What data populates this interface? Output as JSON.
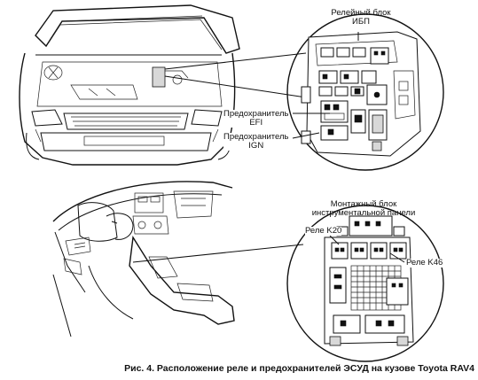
{
  "labels": {
    "relay_block_ibp": "Релейный блок\nИБП",
    "fuse_efi": "Предохранитель\nEFI",
    "fuse_ign": "Предохранитель\nIGN",
    "instrument_panel_block": "Монтажный блок\nинструментальной панели",
    "relay_k20": "Реле K20",
    "relay_k46": "Реле K46"
  },
  "caption": "Рис. 4. Расположение реле и предохранителей ЭСУД на кузове Toyota RAV4"
}
